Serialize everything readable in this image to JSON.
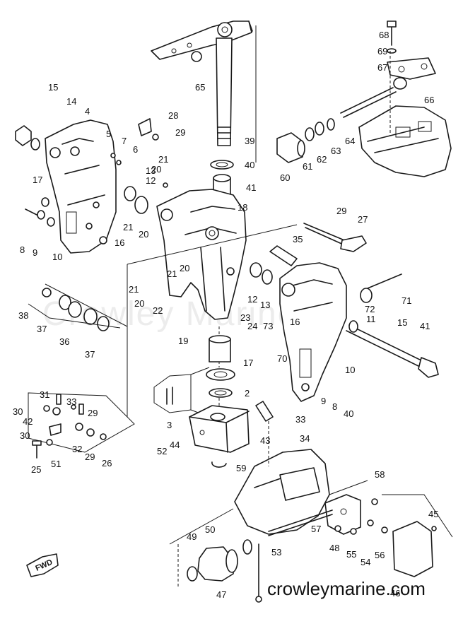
{
  "watermark": "Crowley Marine",
  "site_url": "crowleymarine.com",
  "fwd_label": "FWD",
  "part_numbers": [
    "68",
    "69",
    "67",
    "66",
    "65",
    "15",
    "14",
    "4",
    "28",
    "29",
    "39",
    "5",
    "7",
    "6",
    "40",
    "60",
    "61",
    "62",
    "63",
    "64",
    "21",
    "20",
    "13",
    "12",
    "41",
    "17",
    "18",
    "8",
    "9",
    "10",
    "21",
    "20",
    "16",
    "29",
    "27",
    "35",
    "12",
    "13",
    "20",
    "21",
    "38",
    "21",
    "20",
    "22",
    "37",
    "36",
    "37",
    "23",
    "24",
    "73",
    "16",
    "70",
    "71",
    "72",
    "11",
    "15",
    "41",
    "19",
    "17",
    "10",
    "9",
    "8",
    "40",
    "2",
    "33",
    "31",
    "33",
    "29",
    "30",
    "42",
    "3",
    "34",
    "30",
    "32",
    "29",
    "26",
    "25",
    "51",
    "52",
    "44",
    "43",
    "59",
    "58",
    "45",
    "50",
    "49",
    "53",
    "57",
    "48",
    "55",
    "54",
    "56",
    "46",
    "47"
  ]
}
